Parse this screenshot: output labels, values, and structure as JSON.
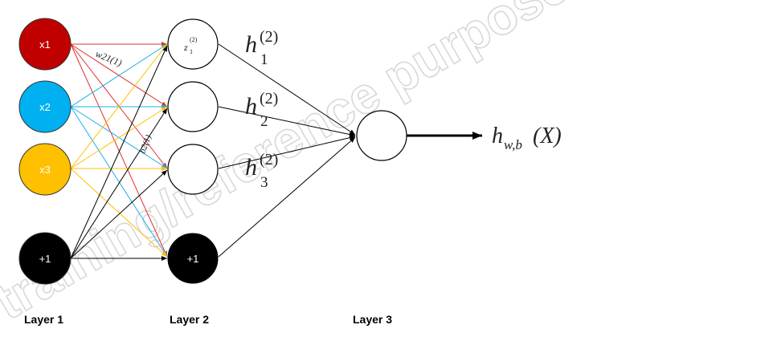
{
  "layers": [
    {
      "label": "Layer 1"
    },
    {
      "label": "Layer 2"
    },
    {
      "label": "Layer 3"
    }
  ],
  "input_nodes": [
    {
      "label": "x1",
      "color": "#c00000"
    },
    {
      "label": "x2",
      "color": "#00b0f0"
    },
    {
      "label": "x3",
      "color": "#ffc000"
    },
    {
      "label": "+1",
      "color": "#000000"
    }
  ],
  "hidden_nodes": [
    {
      "label": "z"
    },
    {
      "label": ""
    },
    {
      "label": ""
    },
    {
      "label": "+1"
    }
  ],
  "hidden_node_sub": "1",
  "hidden_node_sup": "(2)",
  "activation_base": "h",
  "activation_sup": "(2)",
  "activations": [
    {
      "sub": "1"
    },
    {
      "sub": "2"
    },
    {
      "sub": "3"
    }
  ],
  "weight_labels": [
    "w21(1)",
    "b2(1)"
  ],
  "output": {
    "func": "h",
    "sub": "w,b",
    "arg": "(X)"
  },
  "watermark": "training/reference purposes",
  "colors": {
    "red": "#e03030",
    "blue": "#1ab0e8",
    "yellow": "#ffc000",
    "black": "#000000"
  }
}
